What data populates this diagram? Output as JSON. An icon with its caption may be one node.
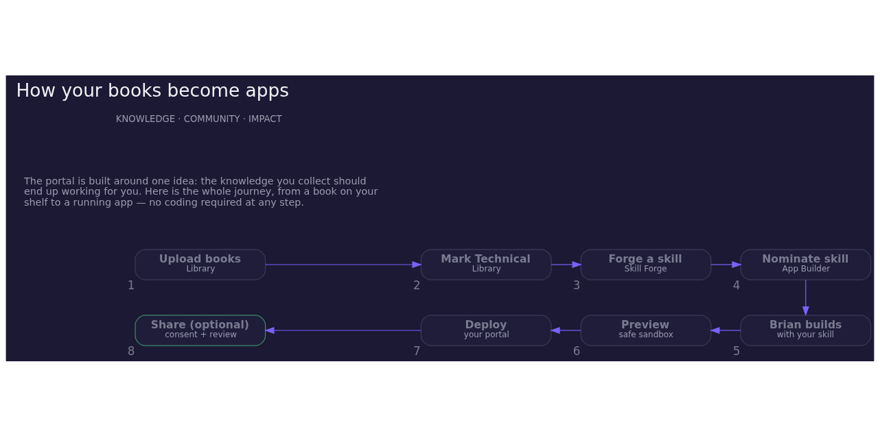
{
  "diagram": {
    "title": "How your books become apps",
    "nodes": [
      {
        "text": [
          "Upload books",
          "Library"
        ],
        "beside": [
          "1"
        ]
      },
      {
        "text": [
          "Mark Technical",
          "Library"
        ],
        "beside": [
          "2"
        ]
      },
      {
        "text": [
          "Forge a skill",
          "Skill Forge"
        ],
        "beside": [
          "3"
        ]
      },
      {
        "text": [
          "Nominate skill",
          "App Builder"
        ],
        "beside": [
          "4"
        ]
      },
      {
        "text": [
          "Brian builds",
          "with your skill"
        ],
        "beside": [
          "5"
        ]
      },
      {
        "text": [
          "Preview",
          "safe sandbox"
        ],
        "beside": [
          "6"
        ]
      },
      {
        "text": [
          "Deploy",
          "your portal"
        ],
        "beside": [
          "7"
        ]
      },
      {
        "text": [
          "Share (optional)",
          "consent + review"
        ],
        "beside": [
          "8"
        ]
      }
    ],
    "edges": [
      {
        "from": 0,
        "to": 1,
        "arrow": "to"
      },
      {
        "from": 1,
        "to": 2,
        "arrow": "to"
      },
      {
        "from": 2,
        "to": 3,
        "arrow": "to"
      },
      {
        "from": 3,
        "to": 4,
        "arrow": "to"
      },
      {
        "from": 4,
        "to": 5,
        "arrow": "to"
      },
      {
        "from": 5,
        "to": 6,
        "arrow": "to"
      },
      {
        "from": 6,
        "to": 7,
        "arrow": "to"
      }
    ],
    "labels": [
      "KNOWLEDGE · COMMUNITY · IMPACT",
      "The portal is built around one idea: the knowledge you collect should end up working for you. Here is the whole journey, from a book on your shelf to a running app — no coding required at any step."
    ]
  }
}
